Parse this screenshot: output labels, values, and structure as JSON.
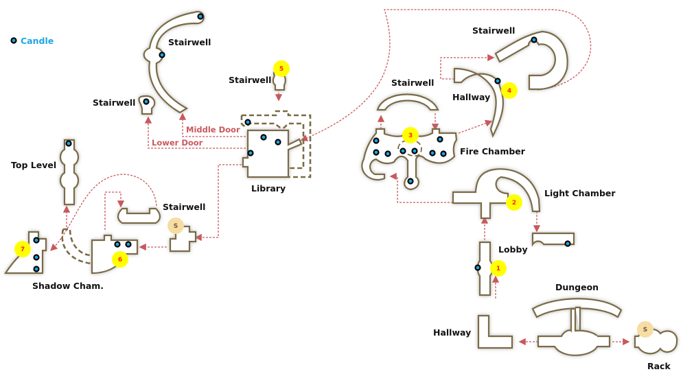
{
  "legend": {
    "candle_label": "Candle",
    "candle_color": "#1aa7e6"
  },
  "colors": {
    "route": "#c9585c",
    "wall": "#7a6a45",
    "marker": "#ffff00",
    "start_marker": "#f7dca3"
  },
  "rooms": {
    "stairwell_top_left": "Stairwell",
    "stairwell_left": "Stairwell",
    "stairwell_5": "Stairwell",
    "library": "Library",
    "top_level": "Top Level",
    "stairwell_mid_left": "Stairwell",
    "shadow_chamber": "Shadow Cham.",
    "stairwell_fire": "Stairwell",
    "stairwell_top_right": "Stairwell",
    "hallway_4": "Hallway",
    "fire_chamber": "Fire Chamber",
    "light_chamber": "Light Chamber",
    "lobby": "Lobby",
    "dungeon": "Dungeon",
    "hallway_bottom": "Hallway",
    "rack": "Rack"
  },
  "doors": {
    "middle": "Middle Door",
    "lower": "Lower Door"
  },
  "markers": {
    "m1": "1",
    "m2": "2",
    "m3": "3",
    "m4": "4",
    "m5": "5",
    "m6": "6",
    "m7": "7",
    "start_a": "S",
    "start_b": "S"
  }
}
